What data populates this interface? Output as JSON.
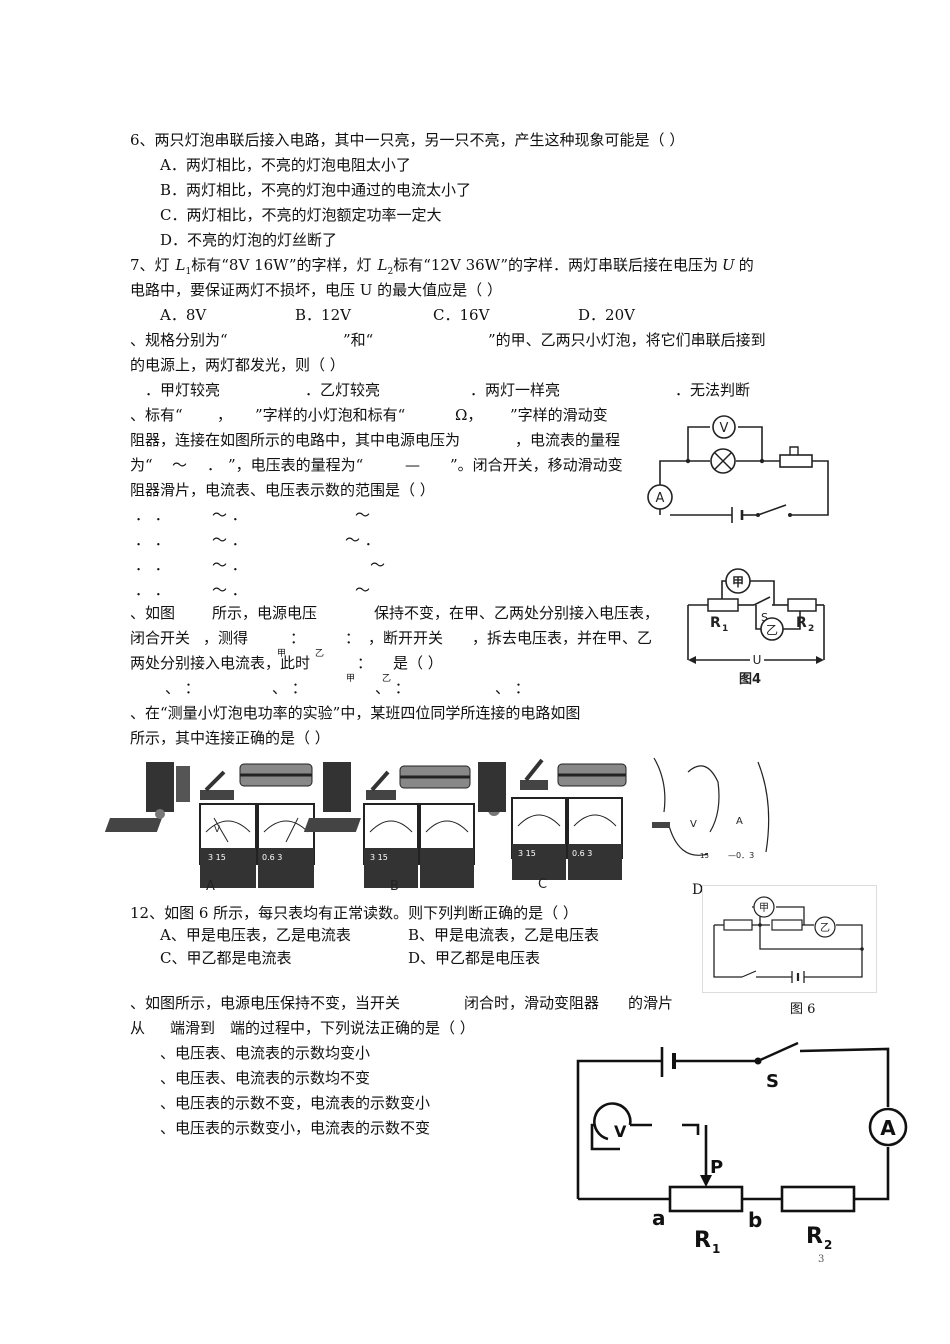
{
  "q6": {
    "stem": "6、两只灯泡串联后接入电路，其中一只亮，另一只不亮，产生这种现象可能是（          ）",
    "a": "A．两灯相比，不亮的灯泡电阻太小了",
    "b": "B．两灯相比，不亮的灯泡中通过的电流太小了",
    "c": "C．两灯相比，不亮的灯泡额定功率一定大",
    "d": "D．不亮的灯泡的灯丝断了"
  },
  "q7": {
    "p1": "7、灯",
    "l1": "L",
    "l1sub": "1",
    "p2": "标有“8V 16W”的字样，灯",
    "l2": "L",
    "l2sub": "2",
    "p3": "标有“12V 36W”的字样．两灯串联后接在电压为",
    "u": "U",
    "p4": "的",
    "line2": "电路中，要保证两灯不损坏，电压 U 的最大值应是（          ）",
    "a": "A．8V",
    "b": "B．12V",
    "c": "C．16V",
    "d": "D．20V"
  },
  "q8": {
    "l1a": "、规格分别为“",
    "l1b": "”和“",
    "l1c": "”的甲、乙两只小灯泡，将它们串联后接到",
    "l2": "的电源上，两灯都发光，则（          ）",
    "a": "．甲灯较亮",
    "b": "．乙灯较亮",
    "c": "．两灯一样亮",
    "d": "．无法判断"
  },
  "q9": {
    "l1a": "、标有“",
    "l1b": "，",
    "l1c": "”字样的小灯泡和标有“",
    "l1d": "Ω，",
    "l1e": "”字样的滑动变",
    "l2a": "阻器，连接在如图所示的电路中，其中电源电压为",
    "l2b": "，电流表的量程",
    "l3a": "为“",
    "l3b": "～",
    "l3c": "．",
    "l3d": "”，电压表的量程为“",
    "l3e": "—",
    "l3f": "”。闭合开关，移动滑动变",
    "l4": "阻器滑片，电流表、电压表示数的范围是（      ）",
    "o1a": "．  ．",
    "o1b": "～  ．",
    "o1c": "～",
    "o2a": "．  ．",
    "o2b": "～  ．",
    "o2c": "～  ．",
    "o3a": "．  ．",
    "o3b": "～  ．",
    "o3c": "～",
    "o4a": "．  ．",
    "o4b": "～  ．",
    "o4c": "～"
  },
  "q10": {
    "l1a": "、如图",
    "l1b": "所示，电源电压",
    "l1c": "保持不变，在甲、乙两处分别接入电压表，",
    "l2a": "闭合开关",
    "l2b": "，测得",
    "l2c": "：",
    "l2d": "：",
    "l2e": "，断开开关",
    "l2f": "，拆去电压表，并在甲、乙",
    "sub_jia": "甲",
    "sub_yi": "乙",
    "l3a": "两处分别接入电流表，此时",
    "l3b": "：",
    "l3c": "是（          ）",
    "sub_jia2": "甲",
    "sub_yi2": "乙",
    "o1": "、  ：",
    "o2": "、  ：",
    "o3": "、  ：",
    "o4": "、  ：",
    "fig": "图4",
    "jia": "甲",
    "yi": "乙",
    "s": "S",
    "r1": "R",
    "r1sub": "1",
    "r2": "R",
    "r2sub": "2",
    "u": "U"
  },
  "q11": {
    "l1": "、在“测量小灯泡电功率的实验”中，某班四位同学所连接的电路如图",
    "l2": "所示，其中连接正确的是（          ）",
    "label_a": "A",
    "label_b": "B",
    "label_c": "C",
    "label_d": "D",
    "v": "V",
    "a": "A",
    "v_scale": "3  15",
    "a_scale": "0.6  3",
    "d_scale1": "15",
    "d_scale2": "—0．3"
  },
  "q12": {
    "stem": "12、如图 6 所示，每只表均有正常读数。则下列判断正确的是（              ）",
    "a": "A、甲是电压表，乙是电流表",
    "b": "B、甲是电流表，乙是电压表",
    "c": "C、甲乙都是电流表",
    "d": "D、甲乙都是电压表",
    "fig": "图 6",
    "jia": "甲",
    "yi": "乙"
  },
  "q13": {
    "l1a": "、如图所示，电源电压保持不变，当开关",
    "l1b": "闭合时，滑动变阻器",
    "l1c": "的滑片",
    "l2a": "从",
    "l2b": "端滑到",
    "l2c": "端的过程中，下列说法正确的是（              ）",
    "a": "、电压表、电流表的示数均变小",
    "b": "、电压表、电流表的示数均不变",
    "c": "、电压表的示数不变，电流表的示数变小",
    "d": "、电压表的示数变小，电流表的示数不变",
    "s": "S",
    "p": "P",
    "a_end": "a",
    "b_end": "b",
    "r1": "R",
    "r1sub": "1",
    "r2": "R",
    "r2sub": "2",
    "amm": "A",
    "vm": "V"
  },
  "page_number": "3"
}
